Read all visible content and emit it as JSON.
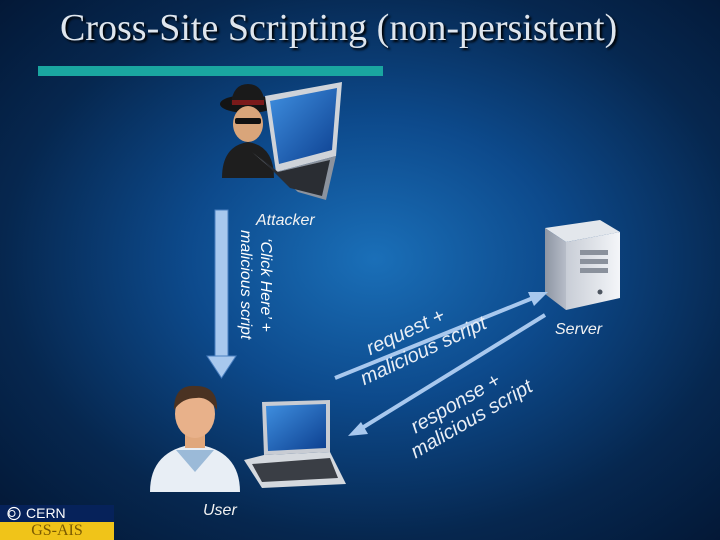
{
  "slide": {
    "title": "Cross-Site Scripting (non-persistent)"
  },
  "nodes": {
    "attacker": "Attacker",
    "user": "User",
    "server": "Server"
  },
  "arrows": {
    "attacker_to_user": {
      "line1": "‘Click Here’ +",
      "line2": "malicious script"
    },
    "user_to_server": {
      "line1": "request +",
      "line2": "malicious script"
    },
    "server_to_user": {
      "line1": "response +",
      "line2": "malicious script"
    }
  },
  "footer": {
    "org": "CERN",
    "group": "GS-AIS"
  },
  "colors": {
    "accent_rule": "#1aa6a0",
    "arrow_fill": "#a8c8ee"
  },
  "icons": [
    "attacker-icon",
    "laptop-icon",
    "user-avatar-icon",
    "server-tower-icon",
    "cern-logo-icon"
  ]
}
